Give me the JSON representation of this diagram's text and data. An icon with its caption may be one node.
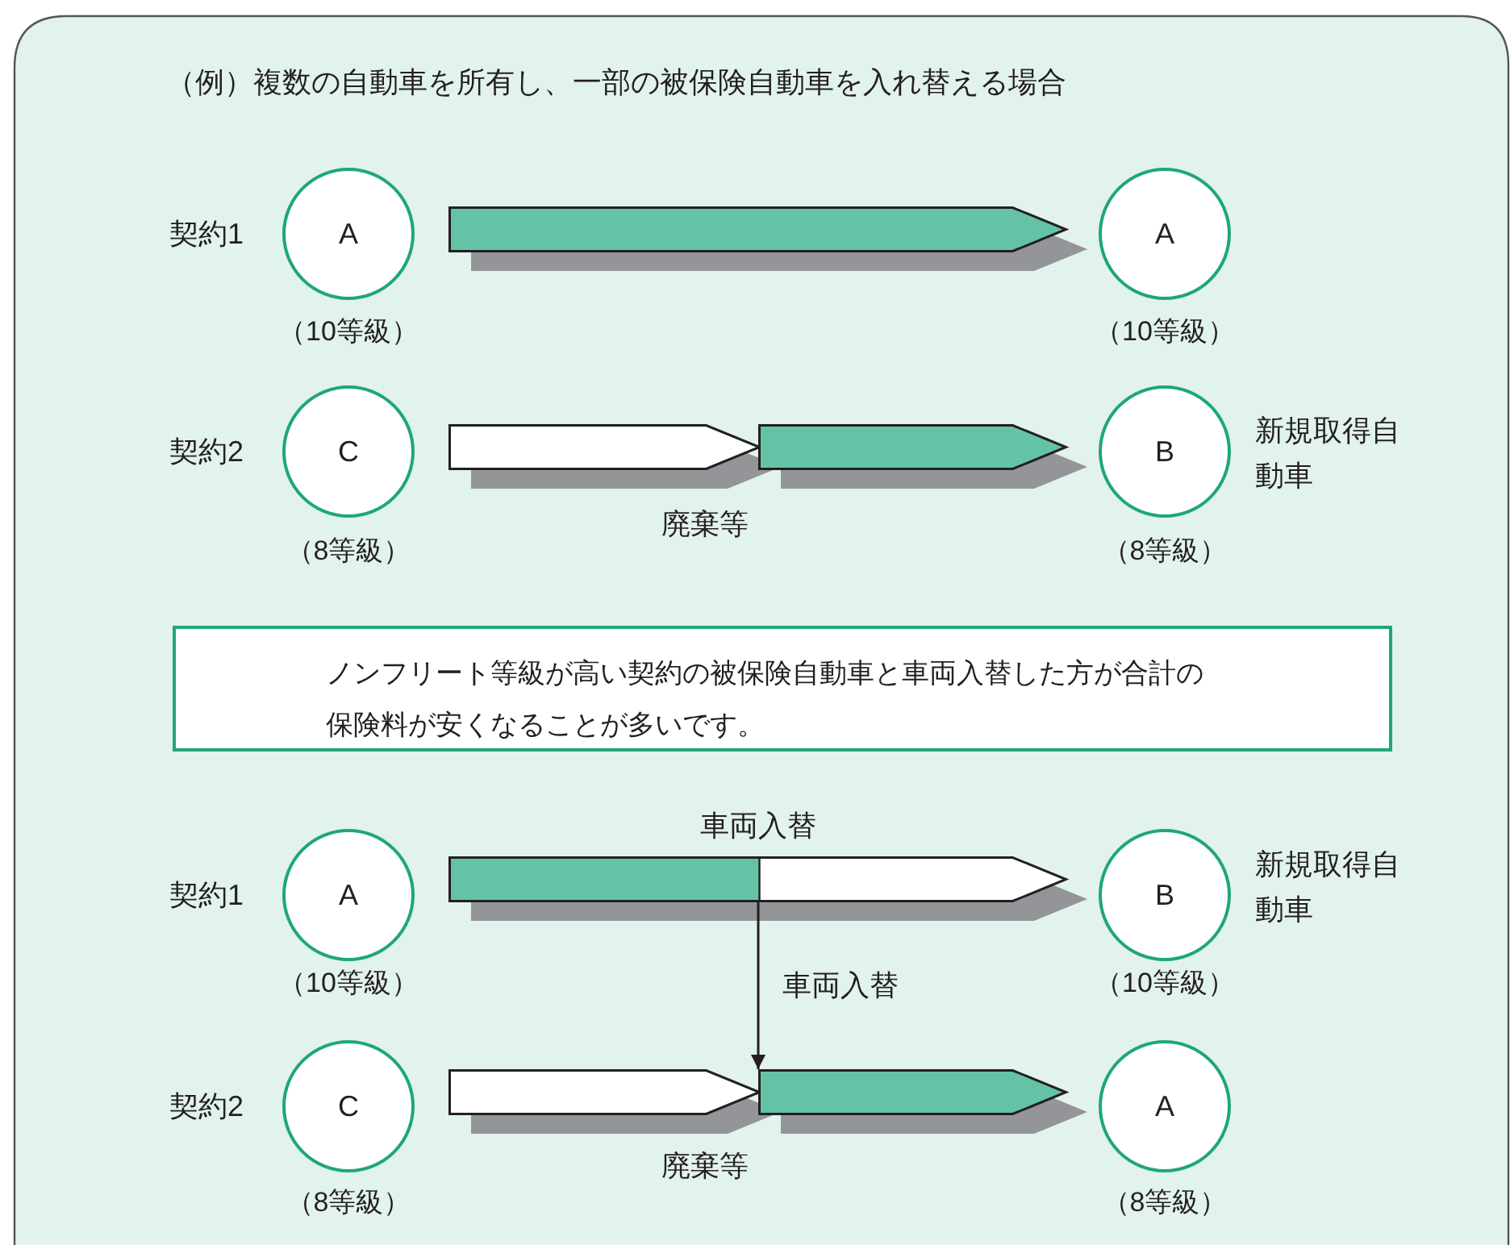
{
  "diagram": {
    "title": "（例）複数の自動車を所有し、一部の被保険自動車を入れ替える場合",
    "nodes": [
      {
        "text": [
          "A"
        ],
        "beside": [
          "（10等級）"
        ]
      },
      {
        "text": [],
        "shape": "bar"
      },
      {
        "text": [
          "A"
        ],
        "beside": [
          "（10等級）"
        ]
      },
      {
        "text": [
          "C"
        ],
        "beside": [
          "（8等級）"
        ]
      },
      {
        "text": [],
        "shape": "bar"
      },
      {
        "text": [],
        "shape": "bar"
      },
      {
        "text": [
          "B"
        ],
        "beside": [
          "新規取得自動車",
          "（8等級）"
        ]
      },
      {
        "text": [
          "ノンフリート等級が高い契約の被保険自動車と車両入替した方が合計の保険料が安くなることが多いです。"
        ]
      },
      {
        "text": [
          "A"
        ],
        "beside": [
          "（10等級）"
        ]
      },
      {
        "text": [],
        "shape": "bar"
      },
      {
        "text": [
          "B"
        ],
        "beside": [
          "新規取得自動車",
          "（10等級）"
        ]
      },
      {
        "text": [
          "C"
        ],
        "beside": [
          "（8等級）"
        ]
      },
      {
        "text": [],
        "shape": "bar"
      },
      {
        "text": [],
        "shape": "bar"
      },
      {
        "text": [
          "A"
        ],
        "beside": [
          "（8等級）"
        ]
      }
    ],
    "edges": [
      {
        "from": 9,
        "to": 13,
        "arrow": "to",
        "label": "車両入替"
      }
    ],
    "labels": [
      "契約1",
      "契約2",
      "廃棄等",
      "車両入替",
      "契約1",
      "契約2",
      "廃棄等"
    ]
  }
}
